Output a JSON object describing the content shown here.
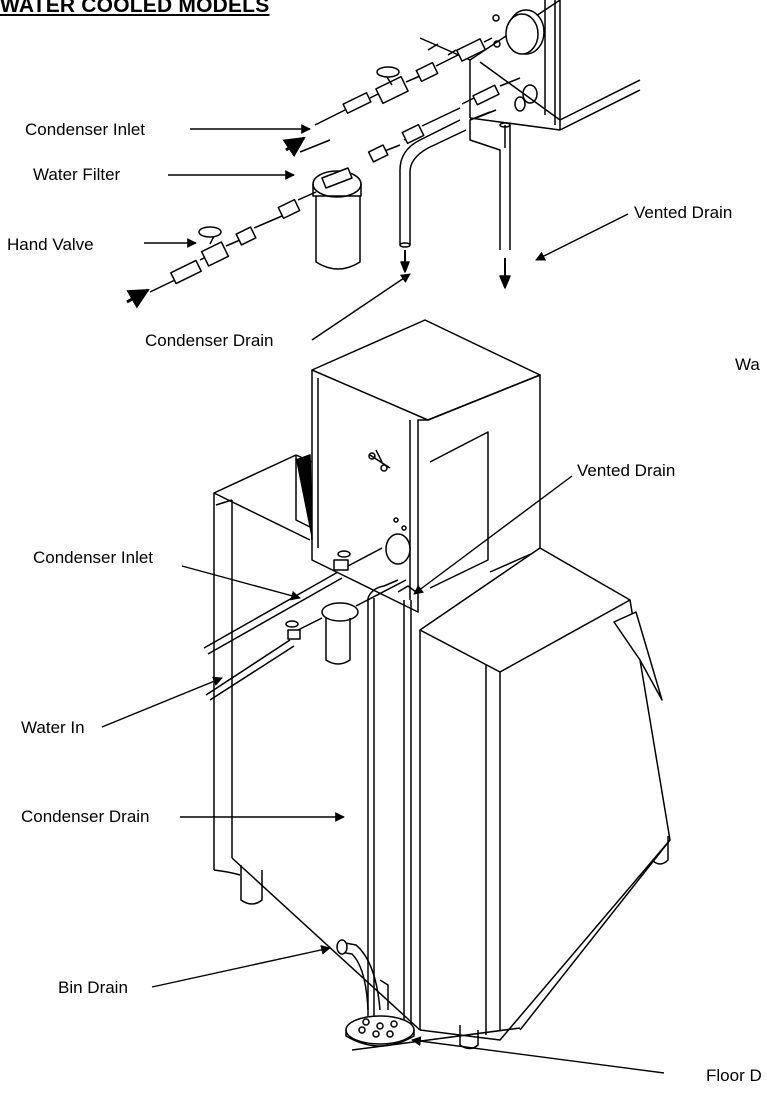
{
  "title": "WATER COOLED MODELS",
  "labels": {
    "condenser_inlet_top": "Condenser Inlet",
    "water_filter": "Water Filter",
    "hand_valve": "Hand Valve",
    "vented_drain_top": "Vented Drain",
    "condenser_drain_top": "Condenser Drain",
    "water_in_right_cut": "Wa",
    "vented_drain_bottom": "Vented Drain",
    "condenser_inlet_bottom": "Condenser Inlet",
    "water_in": "Water In",
    "condenser_drain_bottom": "Condenser Drain",
    "bin_drain": "Bin Drain",
    "floor_drain": "Floor D"
  }
}
